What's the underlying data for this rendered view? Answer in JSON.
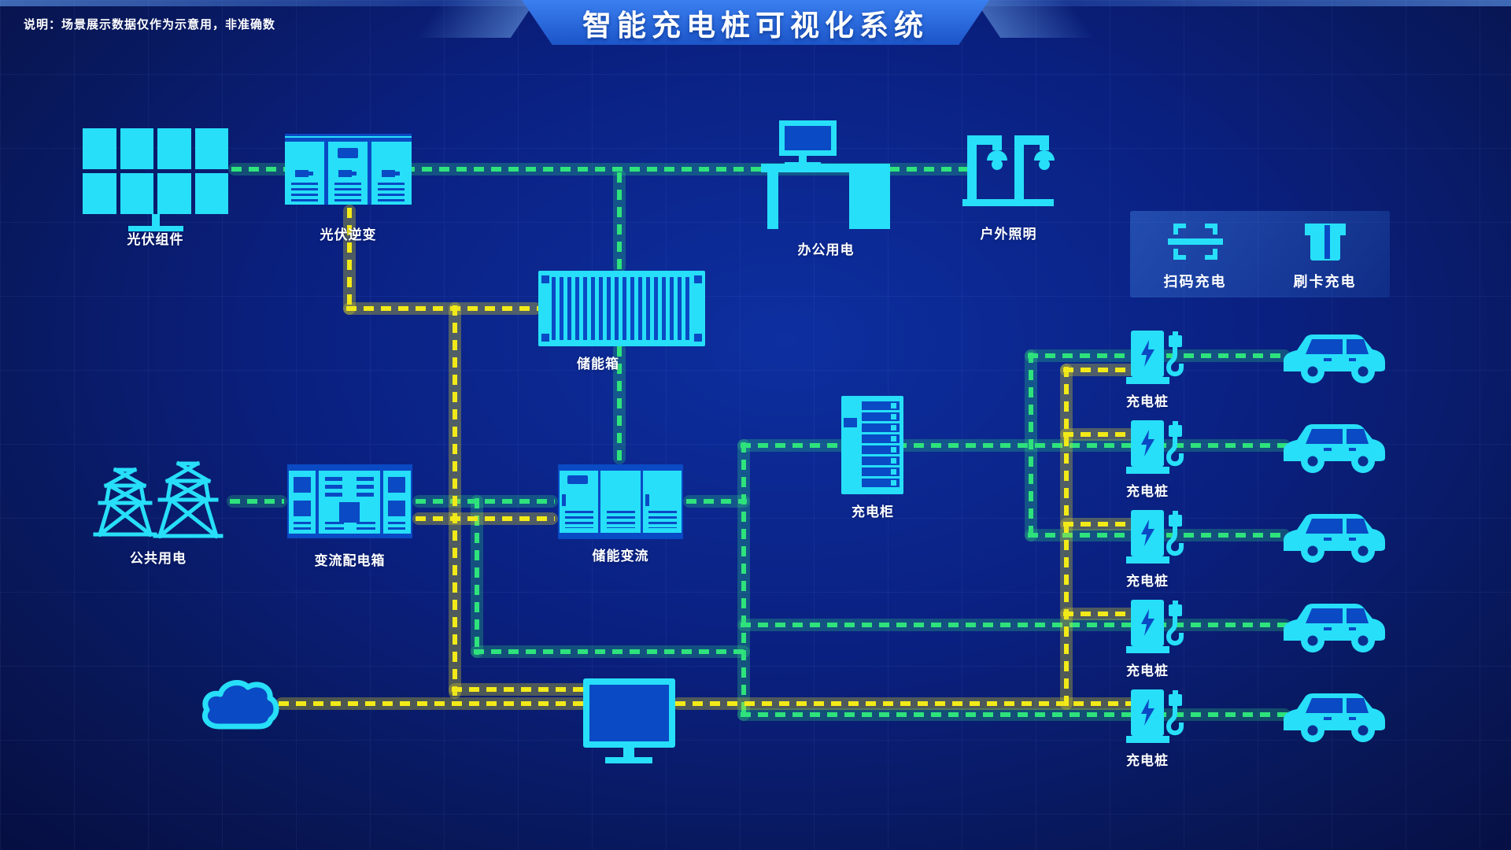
{
  "colors": {
    "cyan": "#27dff8",
    "dark_blue": "#0a4ac4",
    "green": "#2ee37c",
    "yellow": "#f2ea18",
    "green_band": "rgba(45,210,130,0.28)",
    "yellow_band": "rgba(225,215,35,0.32)"
  },
  "header": {
    "note": "说明：场景展示数据仅作为示意用，非准确数",
    "title": "智能充电桩可视化系统"
  },
  "nodes": {
    "solar": {
      "label": "光伏组件"
    },
    "inverter": {
      "label": "光伏逆变"
    },
    "office": {
      "label": "办公用电"
    },
    "lighting": {
      "label": "户外照明"
    },
    "storage_box": {
      "label": "储能箱"
    },
    "grid_power": {
      "label": "公共用电"
    },
    "dist_box": {
      "label": "变流配电箱"
    },
    "storage_converter": {
      "label": "储能变流"
    },
    "charge_cabinet": {
      "label": "充电柜"
    }
  },
  "ops": {
    "scan_label": "扫码充电",
    "card_label": "刷卡充电"
  },
  "piles": [
    {
      "label": "充电桩"
    },
    {
      "label": "充电桩"
    },
    {
      "label": "充电桩"
    },
    {
      "label": "充电桩"
    },
    {
      "label": "充电桩"
    }
  ]
}
